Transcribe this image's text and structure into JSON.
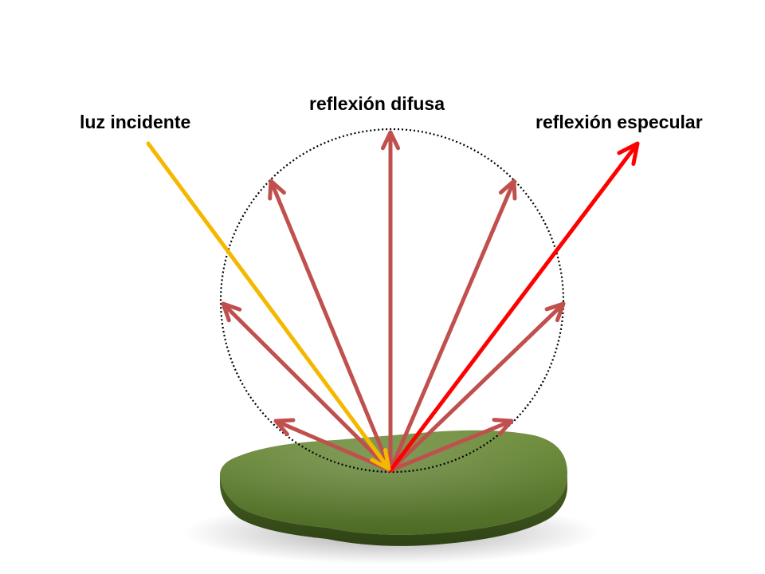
{
  "labels": {
    "incident": "luz incidente",
    "diffuse": "reflexión difusa",
    "specular": "reflexión especular"
  },
  "colors": {
    "incident": "#f5b800",
    "diffuse": "#c0504d",
    "specular": "#ff0000",
    "surface": "#5a7a2e",
    "circle": "#000000"
  },
  "icons": {
    "surface": "green-rounded-slab",
    "circle": "dotted-circle"
  }
}
